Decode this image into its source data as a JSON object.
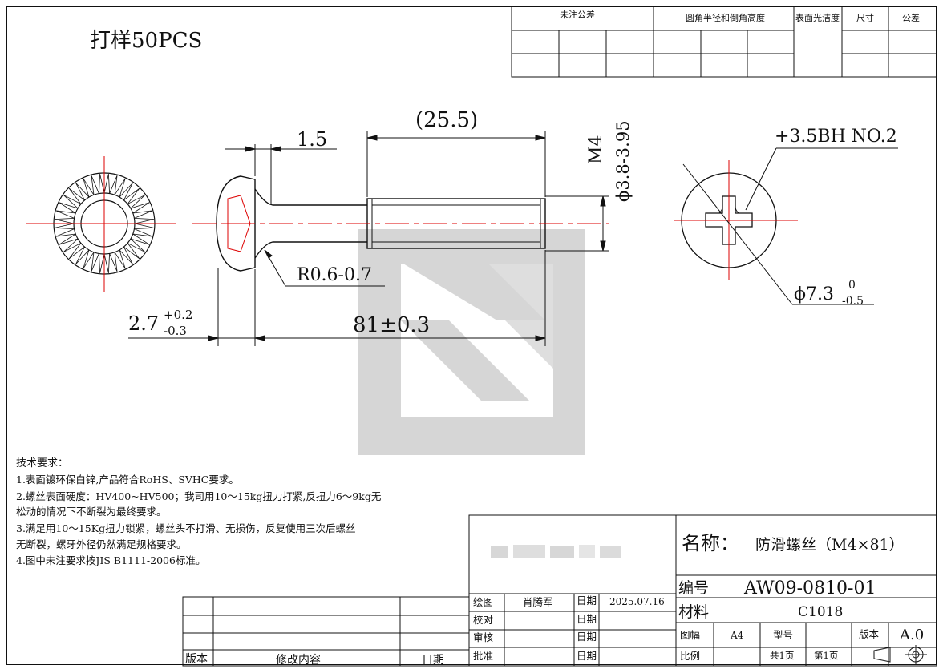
{
  "sample_note": "打样50PCS",
  "top_table": {
    "tolerance_header": "未注公差",
    "fillet_header": "圆角半径和倒角高度",
    "surface_header": "表面光洁度",
    "size_header": "尺寸",
    "tol_header": "公差"
  },
  "dimensions": {
    "length_25": "(25.5)",
    "head_step": "1.5",
    "thread": "M4",
    "thread_dia": "ϕ3.8-3.95",
    "fillet": "R0.6-0.7",
    "head_height": "2.7",
    "head_height_plus": "+0.2",
    "head_height_minus": "-0.3",
    "total_length": "81±0.3",
    "drive": "+3.5BH NO.2",
    "head_dia": "ϕ7.3",
    "head_dia_upper": "0",
    "head_dia_lower": "-0.5"
  },
  "tech_requirements": {
    "title": "技术要求：",
    "lines": [
      "1.表面镀环保白锌,产品符合RoHS、SVHC要求。",
      "2.螺丝表面硬度：HV400~HV500；我司用10～15kg扭力打紧,反扭力6～9kg无",
      "松动的情况下不断裂为最终要求。",
      "3.满足用10～15Kg扭力锁紧，螺丝头不打滑、无损伤，反复使用三次后螺丝",
      "无断裂，螺牙外径仍然满足规格要求。",
      "4.图中未注要求按JIS B1111-2006标准。"
    ]
  },
  "revision_table": {
    "version": "版本",
    "content": "修改内容",
    "date": "日期"
  },
  "title_block": {
    "name_label": "名称：",
    "name_value": "防滑螺丝（M4×81）",
    "code_label": "编号",
    "code_value": "AW09-0810-01",
    "material_label": "材料",
    "material_value": "C1018",
    "draw_label": "绘图",
    "drawer": "肖腾军",
    "date_label": "日期",
    "draw_date": "2025.07.16",
    "check_label": "校对",
    "review_label": "审核",
    "approve_label": "批准",
    "sheet_size_label": "图幅",
    "sheet_size": "A4",
    "model_label": "型号",
    "version_label": "版本",
    "version_value": "A.0",
    "scale_label": "比例",
    "total_pages": "共1页",
    "page_no": "第1页"
  }
}
